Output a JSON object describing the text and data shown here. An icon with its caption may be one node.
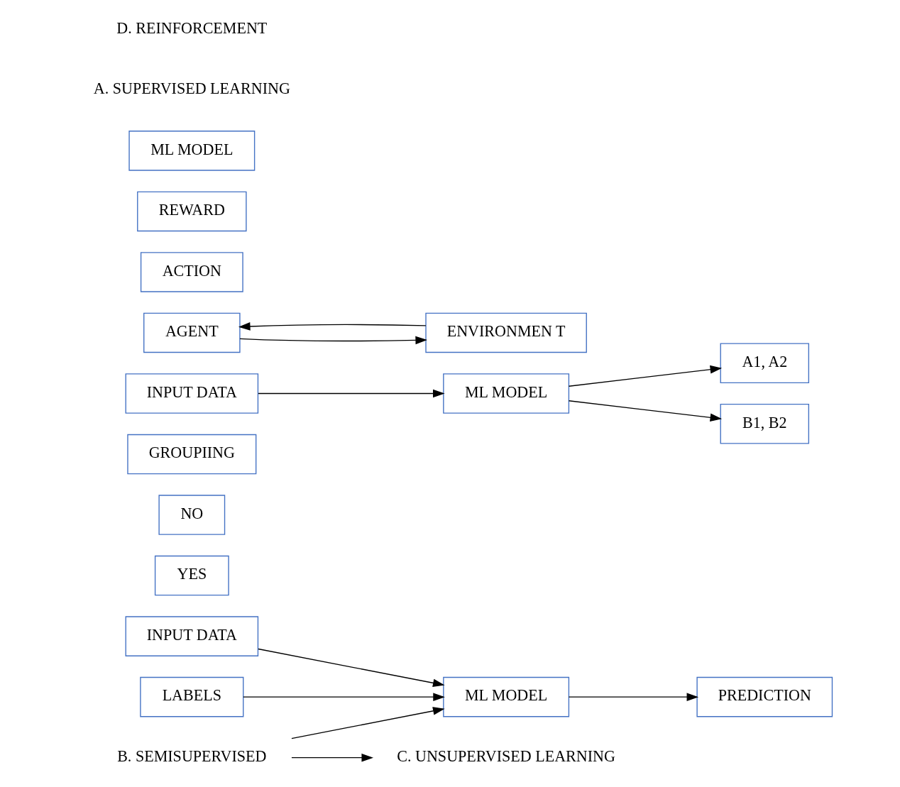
{
  "diagram": {
    "nodes": [
      {
        "text": [
          "INPUT DATA"
        ]
      },
      {
        "text": [
          "LABELS"
        ]
      },
      {
        "text": [
          "ML MODEL"
        ]
      },
      {
        "text": [
          "PREDICTION"
        ]
      },
      {
        "text": [
          "YES"
        ]
      },
      {
        "text": [
          "NO"
        ]
      },
      {
        "text": [
          "B. SEMISUPERVISED"
        ]
      },
      {
        "text": [
          "C. UNSUPERVISED LEARNING"
        ]
      },
      {
        "text": [
          "GROUPIING"
        ]
      },
      {
        "text": [
          "INPUT DATA"
        ]
      },
      {
        "text": [
          "ML MODEL"
        ]
      },
      {
        "text": [
          "A1, A2"
        ]
      },
      {
        "text": [
          "B1, B2"
        ]
      },
      {
        "text": [
          "AGENT"
        ]
      },
      {
        "text": [
          "ACTION"
        ]
      },
      {
        "text": [
          "REWARD"
        ]
      },
      {
        "text": [
          "ENVIRONMEN T"
        ]
      },
      {
        "text": [
          "ML MODEL"
        ]
      }
    ],
    "edges": [
      {
        "from": 0,
        "to": 2,
        "arrow": "to"
      },
      {
        "from": 1,
        "to": 2,
        "arrow": "to"
      },
      {
        "from": 2,
        "to": 3,
        "arrow": "to"
      },
      {
        "from": 6,
        "to": 2,
        "arrow": "to"
      },
      {
        "from": 6,
        "to": 7,
        "arrow": "to"
      },
      {
        "from": 9,
        "to": 10,
        "arrow": "to"
      },
      {
        "from": 10,
        "to": 11,
        "arrow": "to"
      },
      {
        "from": 10,
        "to": 12,
        "arrow": "to"
      },
      {
        "from": 13,
        "to": 16,
        "arrow": "to"
      },
      {
        "from": 16,
        "to": 13,
        "arrow": "to"
      }
    ],
    "labels": [
      "A. SUPERVISED LEARNING",
      "D. REINFORCEMENT"
    ]
  }
}
